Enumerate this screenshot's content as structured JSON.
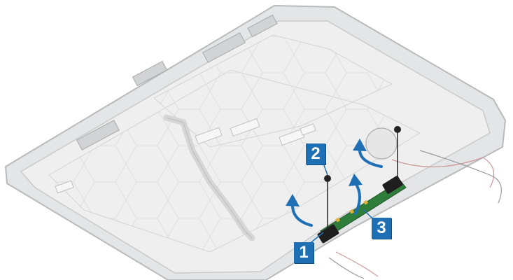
{
  "steps": [
    {
      "label": "1"
    },
    {
      "label": "2"
    },
    {
      "label": "3"
    }
  ],
  "colors": {
    "callout_fill": "#1f6fb5",
    "arrow": "#1f6fb5",
    "panel_frame": "#d9dadb",
    "panel_inner": "#ececec",
    "circuit_board": "#2f7d3a",
    "cables": "#c99a9a"
  },
  "icons": [
    "screw-icon",
    "curved-arrow-icon",
    "circuit-board-icon"
  ]
}
